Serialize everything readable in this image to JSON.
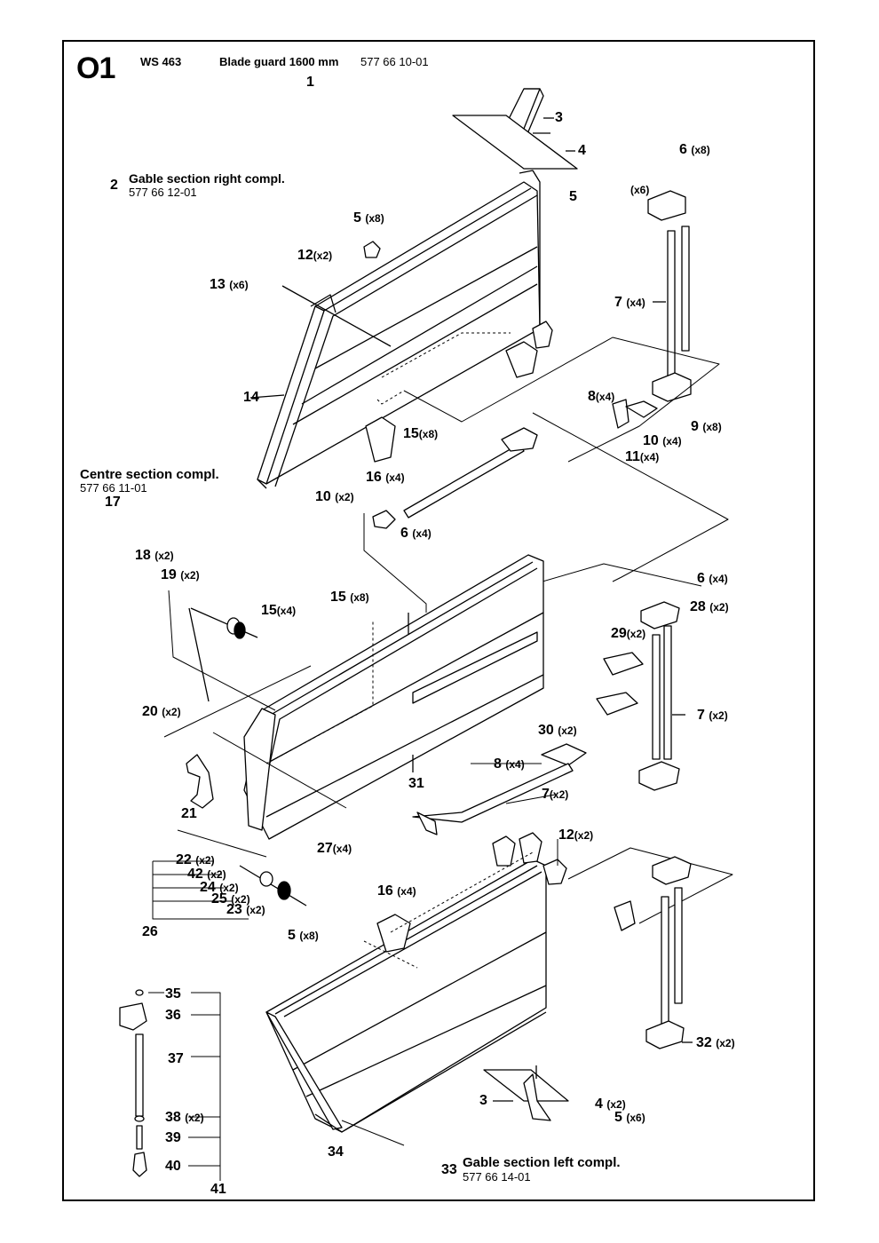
{
  "header": {
    "page_code": "O1",
    "model": "WS 463",
    "title": "Blade guard 1600 mm",
    "part_number": "577 66 10-01",
    "ref": "1"
  },
  "assemblies": {
    "gable_right": {
      "ref": "2",
      "name": "Gable section right compl.",
      "part_number": "577 66 12-01"
    },
    "centre": {
      "ref": "17",
      "name": "Centre section compl.",
      "part_number": "577 66 11-01"
    },
    "gable_left": {
      "ref": "33",
      "name": "Gable section left compl.",
      "part_number": "577 66 14-01"
    }
  },
  "callouts": [
    {
      "n": "3",
      "q": ""
    },
    {
      "n": "4",
      "q": ""
    },
    {
      "n": "5",
      "q": ""
    },
    {
      "n": "6",
      "q": "(x8)"
    },
    {
      "n": "",
      "q": "(x6)"
    },
    {
      "n": "5",
      "q": "(x8)"
    },
    {
      "n": "12",
      "q": "(x2)"
    },
    {
      "n": "13",
      "q": "(x6)"
    },
    {
      "n": "7",
      "q": "(x4)"
    },
    {
      "n": "14",
      "q": ""
    },
    {
      "n": "8",
      "q": "(x4)"
    },
    {
      "n": "9",
      "q": "(x8)"
    },
    {
      "n": "10",
      "q": "(x4)"
    },
    {
      "n": "11",
      "q": "(x4)"
    },
    {
      "n": "15",
      "q": "(x8)"
    },
    {
      "n": "16",
      "q": "(x4)"
    },
    {
      "n": "10",
      "q": "(x2)"
    },
    {
      "n": "6",
      "q": "(x4)"
    },
    {
      "n": "18",
      "q": "(x2)"
    },
    {
      "n": "19",
      "q": "(x2)"
    },
    {
      "n": "15",
      "q": "(x4)"
    },
    {
      "n": "15",
      "q": "(x8)"
    },
    {
      "n": "6",
      "q": "(x4)"
    },
    {
      "n": "28",
      "q": "(x2)"
    },
    {
      "n": "29",
      "q": "(x2)"
    },
    {
      "n": "20",
      "q": "(x2)"
    },
    {
      "n": "7",
      "q": "(x2)"
    },
    {
      "n": "30",
      "q": "(x2)"
    },
    {
      "n": "8",
      "q": "(x4)"
    },
    {
      "n": "31",
      "q": ""
    },
    {
      "n": "7",
      "q": "(x2)"
    },
    {
      "n": "21",
      "q": ""
    },
    {
      "n": "27",
      "q": "(x4)"
    },
    {
      "n": "12",
      "q": "(x2)"
    },
    {
      "n": "22",
      "q": "(x2)"
    },
    {
      "n": "42",
      "q": "(x2)"
    },
    {
      "n": "24",
      "q": "(x2)"
    },
    {
      "n": "25",
      "q": "(x2)"
    },
    {
      "n": "23",
      "q": "(x2)"
    },
    {
      "n": "26",
      "q": ""
    },
    {
      "n": "16",
      "q": "(x4)"
    },
    {
      "n": "5",
      "q": "(x8)"
    },
    {
      "n": "35",
      "q": ""
    },
    {
      "n": "36",
      "q": ""
    },
    {
      "n": "37",
      "q": ""
    },
    {
      "n": "38",
      "q": "(x2)"
    },
    {
      "n": "39",
      "q": ""
    },
    {
      "n": "40",
      "q": ""
    },
    {
      "n": "41",
      "q": ""
    },
    {
      "n": "32",
      "q": "(x2)"
    },
    {
      "n": "3",
      "q": ""
    },
    {
      "n": "4",
      "q": "(x2)"
    },
    {
      "n": "5",
      "q": "(x6)"
    },
    {
      "n": "34",
      "q": ""
    }
  ]
}
